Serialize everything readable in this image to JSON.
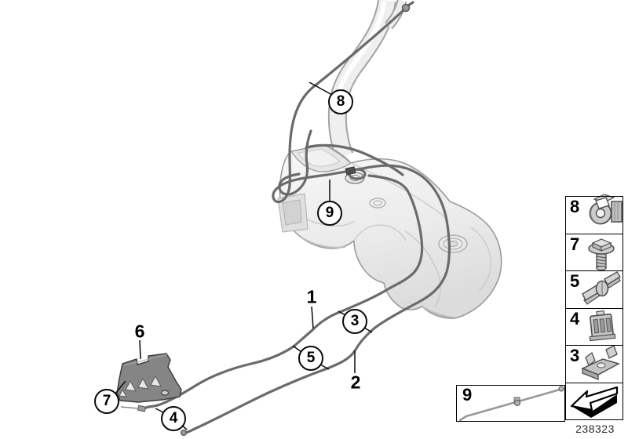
{
  "figure": {
    "part_number": "238323"
  },
  "callouts": {
    "c1": {
      "label": "1"
    },
    "c2": {
      "label": "2"
    },
    "c3": {
      "label": "3"
    },
    "c4": {
      "label": "4"
    },
    "c5": {
      "label": "5"
    },
    "c6": {
      "label": "6"
    },
    "c7": {
      "label": "7"
    },
    "c8": {
      "label": "8"
    },
    "c9": {
      "label": "9"
    }
  },
  "legend": {
    "rows": [
      {
        "label": "8",
        "icon": "spring-clip-icon"
      },
      {
        "label": "7",
        "icon": "hex-bolt-icon"
      },
      {
        "label": "5",
        "icon": "double-pipe-clamp-icon"
      },
      {
        "label": "4",
        "icon": "pipe-holder-icon"
      },
      {
        "label": "3",
        "icon": "holder-clip-icon"
      }
    ],
    "arrow_icon": "direction-arrow-icon"
  },
  "inset": {
    "label": "9",
    "icon": "vent-pipe-with-clip-icon"
  },
  "colors": {
    "fuel_line": "#6b6b6b",
    "tank_outline": "#9b9b9b",
    "callout_stroke": "#0a0a0a",
    "background": "#ffffff"
  }
}
